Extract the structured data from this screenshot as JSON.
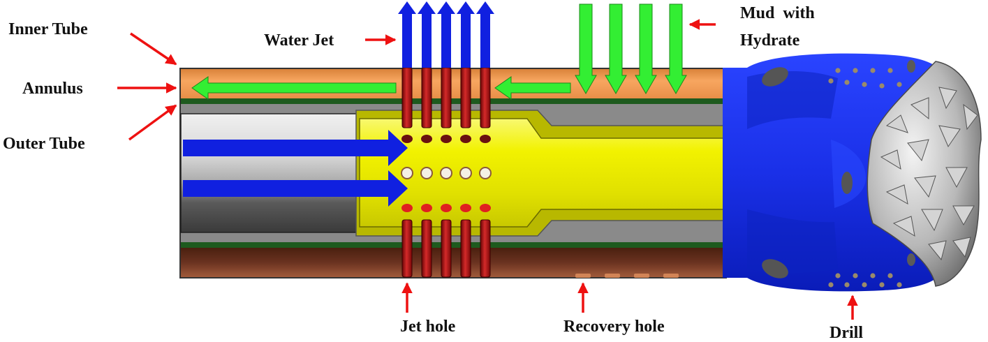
{
  "labels": {
    "inner_tube": "Inner Tube",
    "annulus": "Annulus",
    "outer_tube": "Outer Tube",
    "water_jet": "Water Jet",
    "mud_line1": "Mud  with",
    "mud_line2": "Hydrate",
    "jet_hole": "Jet hole",
    "recovery_hole": "Recovery hole",
    "drill": "Drill"
  },
  "colors": {
    "annulus_top": "#f4a05a",
    "annulus_bottom": "#5a2a1a",
    "tube_wall": "#1e5a1e",
    "outer_gray": "#8a8a8a",
    "inner_pipe_light": "#e6e6e6",
    "inner_pipe_dark": "#3a3a3a",
    "nozzle_yellow": "#f0f000",
    "nozzle_olive": "#b8b800",
    "jet_pipe_red": "#b01818",
    "water_arrow_blue": "#1020e0",
    "mud_arrow_green": "#33ee33",
    "drill_blue": "#1030e8",
    "cutter_gray": "#b4b4b4",
    "pointer_red": "#ee1111"
  },
  "icons": {
    "water_jet_arrows": "arrow-up-icon",
    "mud_arrows": "arrow-down-icon",
    "annulus_flow_arrows": "arrow-left-icon",
    "inner_flow_arrows": "arrow-right-icon",
    "pointer_arrows": "pointer-arrow-icon"
  }
}
